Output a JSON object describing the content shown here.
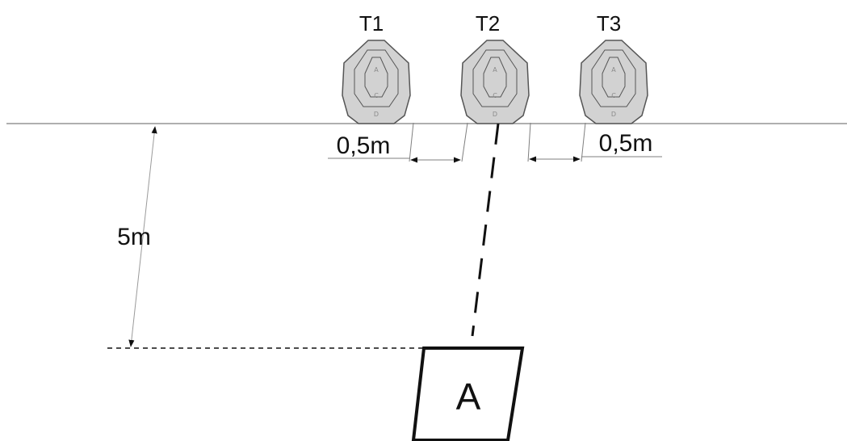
{
  "targets": [
    {
      "label": "T1",
      "zones": [
        "A",
        "C",
        "D"
      ]
    },
    {
      "label": "T2",
      "zones": [
        "A",
        "C",
        "D"
      ]
    },
    {
      "label": "T3",
      "zones": [
        "A",
        "C",
        "D"
      ]
    }
  ],
  "dimensions": {
    "spacing_left": "0,5m",
    "spacing_right": "0,5m",
    "distance": "5m"
  },
  "position": {
    "label": "A"
  },
  "colors": {
    "target_fill": "#d2d2d2",
    "target_stroke": "#555555",
    "line": "#7f7f7f",
    "ink": "#111111"
  }
}
